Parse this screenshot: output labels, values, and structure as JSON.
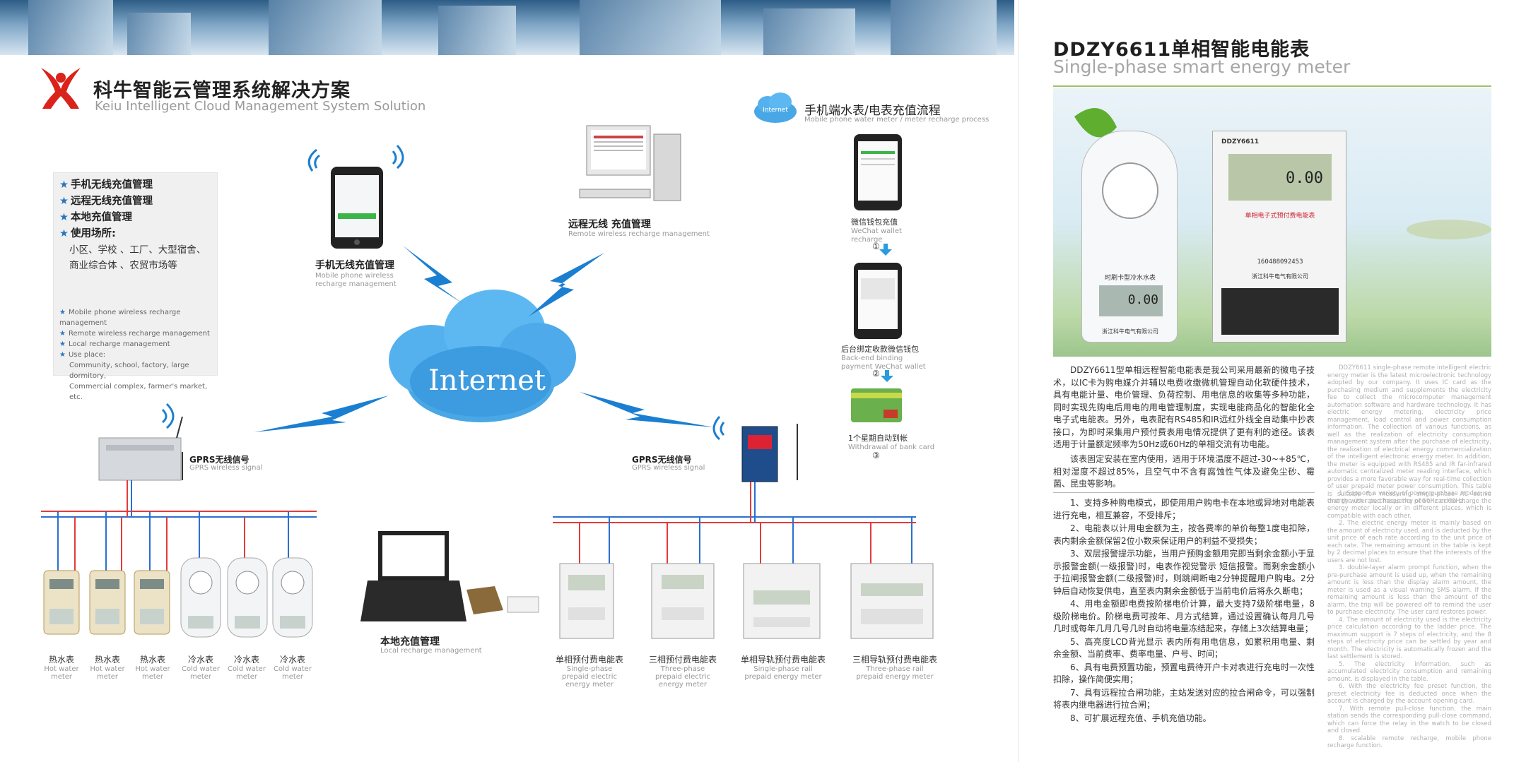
{
  "header": {
    "title_cn": "科牛智能云管理系统解决方案",
    "title_en": "Keiu Intelligent Cloud Management System Solution"
  },
  "features": {
    "cn": [
      "手机无线充值管理",
      "远程无线充值管理",
      "本地充值管理",
      "使用场所:"
    ],
    "cn_places": [
      "小区、学校 、工厂、大型宿舍、",
      "商业综合体 、农贸市场等"
    ],
    "en": [
      "Mobile phone wireless recharge management",
      "Remote wireless recharge management",
      "Local recharge management",
      "Use place:"
    ],
    "en_places": [
      "Community, school, factory, large dormitory,",
      "Commercial complex, farmer's market, etc."
    ]
  },
  "diagram": {
    "cloud_label": "Internet",
    "phone_cn": "手机无线充值管理",
    "phone_en": "Mobile phone wireless recharge management",
    "remote_cn": "远程无线 充值管理",
    "remote_en": "Remote wireless recharge management",
    "gprs_left_cn": "GPRS无线信号",
    "gprs_left_en": "GPRS wireless signal",
    "gprs_right_cn": "GPRS无线信号",
    "gprs_right_en": "GPRS wireless signal",
    "local_cn": "本地充值管理",
    "local_en": "Local recharge management"
  },
  "process": {
    "badge": "Internet",
    "title_cn": "手机端水表/电表充值流程",
    "title_en": "Mobile phone water meter / meter recharge process",
    "step1_cn": "微信钱包充值",
    "step1_en": "WeChat wallet recharge",
    "step2_cn": "后台绑定收款微信钱包",
    "step2_en": "Back-end binding payment WeChat wallet",
    "step3_cn": "1个星期自动到帐",
    "step3_en": "Withdrawal of bank card",
    "n1": "①",
    "n2": "②",
    "n3": "③"
  },
  "meters": [
    {
      "cn": "热水表",
      "en": "Hot water meter"
    },
    {
      "cn": "热水表",
      "en": "Hot water meter"
    },
    {
      "cn": "热水表",
      "en": "Hot water meter"
    },
    {
      "cn": "冷水表",
      "en": "Cold water meter"
    },
    {
      "cn": "冷水表",
      "en": "Cold water meter"
    },
    {
      "cn": "冷水表",
      "en": "Cold water meter"
    }
  ],
  "emeters": [
    {
      "cn": "单相预付费电能表",
      "en": "Single-phase prepaid electric energy meter"
    },
    {
      "cn": "三相预付费电能表",
      "en": "Three-phase prepaid electric energy meter"
    },
    {
      "cn": "单相导轨预付费电能表",
      "en": "Single-phase rail prepaid energy meter"
    },
    {
      "cn": "三相导轨预付费电能表",
      "en": "Three-phase rail prepaid energy meter"
    }
  ],
  "right": {
    "title": "DDZY6611单相智能电能表",
    "subtitle": "Single-phase smart energy meter",
    "intro_cn_1": "DDZY6611型单相远程智能电能表是我公司采用最新的微电子技术，以IC卡为购电媒介并辅以电费收缴微机管理自动化软硬件技术，具有电能计量、电价管理、负荷控制、用电信息的收集等多种功能，同时实现先购电后用电的用电管理制度，实现电能商品化的智能化全电子式电能表。另外，电表配有RS485和IR远红外线全自动集中抄表接口，为即时采集用户预付费表用电情况提供了更有利的途径。该表适用于计量额定频率为50Hz或60Hz的单相交流有功电能。",
    "intro_cn_2": "该表固定安装在室内使用，适用于环境温度不超过-30~+85℃，相对湿度不超过85%，且空气中不含有腐蚀性气体及避免尘砂、霉菌、昆虫等影响。",
    "features_cn": [
      "1、支持多种购电模式，即使用用户购电卡在本地或异地对电能表进行充电，相互兼容，不受排斥；",
      "2、电能表以计用电金额为主，按各费率的单价每整1度电扣除，表内剩余金额保留2位小数来保证用户的利益不受损失；",
      "3、双层报警提示功能，当用户预购金额用完即当剩余金额小于显示报警金额(一级报警)时，电表作视觉警示 短信报警。而剩余金额小于拉闸报警金额(二级报警)时，则跳闸断电2分钟提醒用户购电。2分钟后自动恢复供电，直至表内剩余金额低于当前电价后将永久断电；",
      "4、用电金额即电费按阶梯电价计算，最大支持7级阶梯电量，8级阶梯电价。阶梯电费可按年、月方式结算，通过设置确认每月几号几时或每年几月几号几时自动将电量冻结起来，存储上3次结算电量；",
      "5、高亮度LCD背光显示 表内所有用电信息，如累积用电量、剩余金额、当前费率、费率电量、户号、时间；",
      "6、具有电费预置功能，预置电费待开户卡对表进行充电时一次性扣除，操作简便实用；",
      "7、具有远程拉合闸功能，主站发送对应的拉合闸命令，可以强制将表内继电器进行拉合闸；",
      "8、可扩展远程充值、手机充值功能。"
    ],
    "intro_en": "DDZY6611 single-phase remote intelligent electric energy meter is the latest microelectronic technology adopted by our company. It uses IC card as the purchasing medium and supplements the electricity fee to collect the microcomputer management automation software and hardware technology. It has electric energy metering, electricity price management, load control and power consumption information. The collection of various functions, as well as the realization of electricity consumption management system after the purchase of electricity, the realization of electrical energy commercialization of the intelligent electronic energy meter. In addition, the meter is equipped with RS485 and IR far-infrared automatic centralized meter reading interface, which provides a more favorable way for real-time collection of user prepaid meter power consumption. This table is suitable for measuring single-phase AC active energy with rated frequency of 50Hz or 60Hz.",
    "features_en": [
      "1. Support a variety of power purchase modes, so that the user purchases the power card to charge the energy meter locally or in different places, which is compatible with each other.",
      "2. The electric energy meter is mainly based on the amount of electricity used, and is deducted by the unit price of each rate according to the unit price of each rate. The remaining amount in the table is kept by 2 decimal places to ensure that the interests of the users are not lost.",
      "3. double-layer alarm prompt function, when the pre-purchase amount is used up, when the remaining amount is less than the display alarm amount, the meter is used as a visual warning SMS alarm. If the remaining amount is less than the amount of the alarm, the trip will be powered off to remind the user to purchase electricity. The user card restores power.",
      "4. The amount of electricity used is the electricity price calculation according to the ladder price. The maximum support is 7 steps of electricity, and the 8 steps of electricity price can be settled by year and month. The electricity is automatically frozen and the last settlement is stored.",
      "5. The electricity information, such as accumulated electricity consumption and remaining amount, is displayed in the table.",
      "6. With the electricity fee preset function, the preset electricity fee is deducted once when the account is charged by the account opening card.",
      "7. With remote pull-close function, the main station sends the corresponding pull-close command, which can force the relay in the watch to be closed and closed.",
      "8. scalable remote recharge, mobile phone recharge function."
    ],
    "meter_water_label": "时刷卡型冷水水表",
    "meter_water_reading": "0.00",
    "meter_elec_model": "DDZY6611",
    "meter_elec_reading": "0.00",
    "meter_elec_label": "单相电子式预付费电能表",
    "meter_elec_serial": "160488092453",
    "maker": "浙江科牛电气有限公司"
  },
  "colors": {
    "accent_blue": "#2b73bf",
    "bolt_blue": "#1b7fd1",
    "bus_red": "#e23b3b",
    "bus_blue": "#2b6fd1",
    "logo_red": "#d9231b"
  }
}
